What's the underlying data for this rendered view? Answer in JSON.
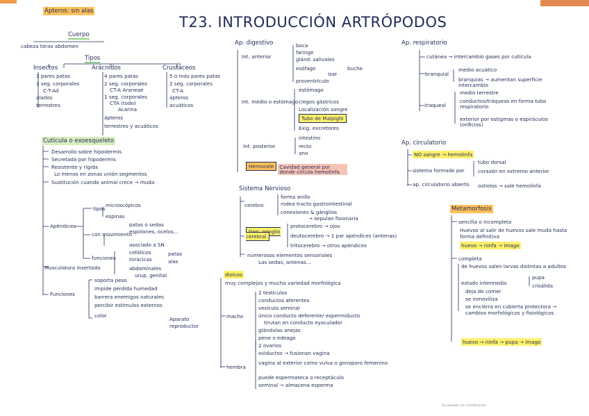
{
  "header": {
    "note_tag": "Ápteros: sin alas",
    "title": "T23. INTRODUCCIÓN ARTRÓPODOS"
  },
  "left": {
    "cuerpo": {
      "title": "Cuerpo",
      "parts": "cabeza   tórax   abdomen"
    },
    "tipos": {
      "title": "Tipos",
      "insectos": {
        "title": "Insectos",
        "items": [
          "3 pares patas",
          "3 seg. corporales",
          "C-T-Ad",
          "alados",
          "terrestres"
        ]
      },
      "aracnidos": {
        "title": "Arácnidos",
        "items": [
          "4 pares patas",
          "2 seg. corporales",
          "CT-A Araneae",
          "1 seg. corporales",
          "CTA (todo)",
          "Acarina",
          "ápteros",
          "terrestres y acuáticos"
        ]
      },
      "crustaceos": {
        "title": "Crustáceos",
        "items": [
          "5 o más pares patas",
          "2 seg. corporales",
          "CT-A",
          "ápteros",
          "acuáticos"
        ]
      }
    },
    "cuticula": {
      "title": "Cutícula o exoesqueleto",
      "items": [
        "Desarrollo sobre hipodermis",
        "Secretada por hipodermis",
        "Resistente y rígida",
        "Lo menos en zonas unión segmentos",
        "Sustitución cuando animal crece → muda"
      ],
      "apendices": {
        "label": "Apéndices",
        "tipos_label": "tipos",
        "tipos": [
          "microscópicos",
          "espinas"
        ],
        "con_movimiento_label": "con movimiento",
        "con_movimiento": [
          "patas o sedas",
          "espolones, ocelos...",
          "asociado a SN"
        ],
        "funciones_label": "funciones",
        "funciones": [
          "cefálicos",
          "torácicas",
          "abdominales",
          "urup. genital"
        ],
        "func_right": [
          "patas",
          "alas"
        ]
      },
      "musculatura": {
        "label": "Musculatura insertada"
      },
      "funciones": {
        "label": "Funciones",
        "items": [
          "soporta peso",
          "impide pérdida humedad",
          "barrera enemigos naturales",
          "percibir estímulos externos",
          "color"
        ]
      }
    }
  },
  "middle": {
    "digestivo": {
      "title": "Ap. digestivo",
      "int_anterior": {
        "label": "Int. anterior",
        "items": [
          "boca",
          "faringe",
          "glánd. salivales",
          "esófago",
          "buche",
          "proventrículo"
        ],
        "esofago_extra": "buche",
        "proventriculo_extra": "Izar"
      },
      "int_medio": {
        "label": "Int. medio o estómago",
        "items": [
          "estómago",
          "ciegos gástricos",
          "Localización sangre",
          "Tubo de Malpighi",
          "Exig. excretores"
        ]
      },
      "int_posterior": {
        "label": "Int. posterior",
        "items": [
          "intestino",
          "recto",
          "ano"
        ]
      },
      "hemocele": {
        "label": "Hemocele",
        "desc": "Cavidad general por donde circula hemolinfa"
      }
    },
    "nervioso": {
      "title": "Sistema Nervioso",
      "cerebro": {
        "label": "cerebro",
        "items": [
          "forma anillo",
          "rodea tracto gastrointestinal",
          "conexiones & gánglios",
          "→ sepulan fisionaria"
        ]
      },
      "ganglio": {
        "label": "Gan. ganglio cerebral",
        "items": [
          "protocerebro → ojos",
          "deutocerebro → 1 par apéndices (antenas)",
          "tritocerebro → otros apéndices"
        ]
      },
      "sensoriales": "numerosos elementos sensoriales",
      "sensoriales2": "Las sedas, antenas..."
    },
    "reproductor": {
      "label": "Aparato reproductor",
      "dioicos": {
        "label": "dioicos",
        "desc": "muy complejos y mucha variedad morfológica"
      },
      "macho": {
        "label": "macho",
        "items": [
          "2 testículos",
          "conductos aferentes",
          "vesícula seminal",
          "único conducto deferente/ espermiducto",
          "tirutan en conducto eyaculador",
          "glándulas anejas",
          "pene o edeago"
        ]
      },
      "hembra": {
        "label": "hembra",
        "items": [
          "2 ovarios",
          "oviductos → fusionan vagina",
          "vagina al exterior como vulva o gonoporo femenino",
          "puede espermateca o receptáculo",
          "seminal → almacena esperma"
        ]
      }
    }
  },
  "right": {
    "respiratorio": {
      "title": "Ap. respiratorio",
      "cutaneo": "cutánea → intercambio gases por cutícula",
      "branquial": {
        "label": "branquial",
        "items": [
          "medio acuático",
          "branquias → aumentan superficie intercambio"
        ]
      },
      "traqueal": {
        "label": "traqueal",
        "items": [
          "medio terrestre",
          "conductos/tráqueas en forma tubo respiratorio",
          "exterior por estigmas o espiráculos (orificios)"
        ]
      }
    },
    "circulatorio": {
      "title": "Ap. circulatorio",
      "no_sangre": "NO sangre → hemolinfa",
      "sistema": "sistema formado por",
      "sistema_items": [
        "tubo dorsal",
        "corazón en extremo anterior"
      ],
      "abierto": "ap. circulatorio abierto",
      "abierto_item": "ostiolos → sale hemolinfa"
    },
    "metamorfosis": {
      "title": "Metamorfosis",
      "sencilla": {
        "label": "sencilla o incompleta",
        "desc": "Huevos al salir de huevos sale muda hasta forma definitiva",
        "hl": "huevo → ninfa → imago"
      },
      "completa": {
        "label": "completa",
        "items": [
          "de huevos salen larvas distintas a adultos",
          "estado intermedio",
          "deja de comer",
          "se inmoviliza",
          "se encierra en cubierta protectora → cambios morfológicos y fisiológicos"
        ],
        "right_items": [
          "pupa",
          "crisálida"
        ],
        "hl": "huevo → ninfa → pupa → imago"
      }
    }
  },
  "watermark": "Escaneado con CamScanner"
}
